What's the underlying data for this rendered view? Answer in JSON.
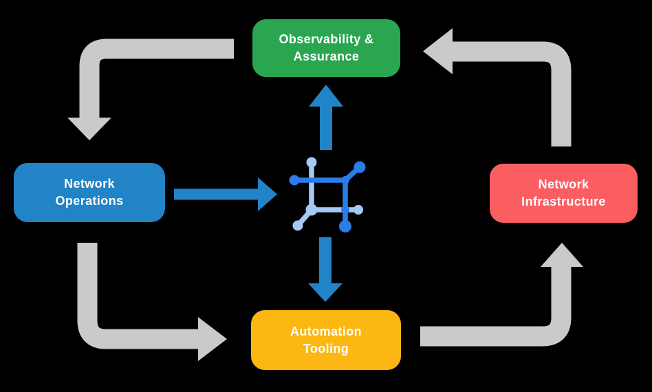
{
  "diagram": {
    "background_color": "#000000",
    "nodes": {
      "observability": {
        "line1": "Observability &",
        "line2": "Assurance",
        "color": "#2AA651"
      },
      "operations": {
        "line1": "Network",
        "line2": "Operations",
        "color": "#2184C6"
      },
      "infrastructure": {
        "line1": "Network",
        "line2": "Infrastructure",
        "color": "#FB5E61"
      },
      "tooling": {
        "line1": "Automation",
        "line2": "Tooling",
        "color": "#FCB713"
      }
    },
    "center_icon": {
      "name": "network-automation-icon",
      "dark_blue": "#2A7DE8",
      "light_blue": "#A6C8F5"
    },
    "arrows": {
      "gray_color": "#CACACA",
      "blue_color": "#2184C6",
      "cycle": [
        {
          "from": "Observability & Assurance",
          "to": "Network Operations"
        },
        {
          "from": "Network Operations",
          "to": "Automation Tooling"
        },
        {
          "from": "Automation Tooling",
          "to": "Network Infrastructure"
        },
        {
          "from": "Network Infrastructure",
          "to": "Observability & Assurance"
        }
      ],
      "blue": [
        {
          "from": "Network Operations",
          "to": "center-icon"
        },
        {
          "from": "center-icon",
          "to": "Observability & Assurance"
        },
        {
          "from": "center-icon",
          "to": "Automation Tooling"
        }
      ]
    }
  }
}
